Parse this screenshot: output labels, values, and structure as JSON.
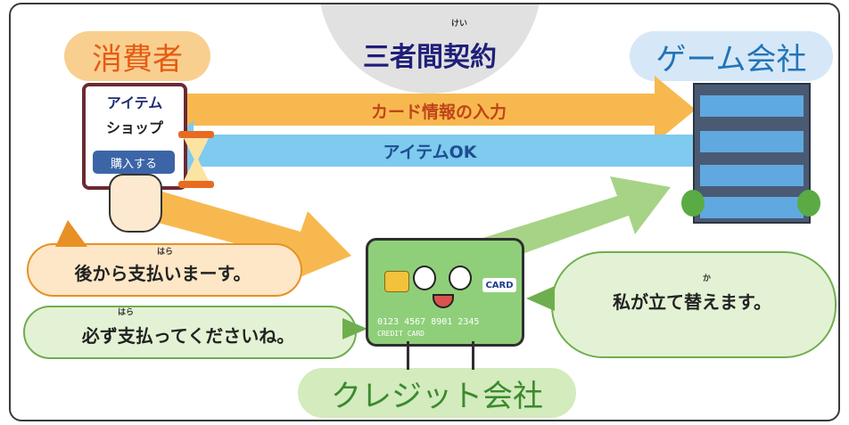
{
  "title": {
    "text": "三者間契約",
    "ruby": "けい"
  },
  "consumer_label": "消費者",
  "game_company_label": "ゲーム会社",
  "credit_company_label": "クレジット会社",
  "phone": {
    "line1": "アイテム",
    "line2": "ショップ",
    "buy_button": "購入する"
  },
  "arrows": {
    "card_info": "カード情報の入力",
    "item_ok": "アイテムOK"
  },
  "bubbles": {
    "later_pay": {
      "text": "後から支払いまーす。",
      "ruby": "はら"
    },
    "please_pay": {
      "text": "必ず支払ってくださいね。",
      "ruby": "はら"
    },
    "advance": {
      "text": "私が立て替えます。",
      "ruby": "か"
    }
  },
  "card": {
    "brand": "CARD",
    "number": "0123 4567 8901 2345",
    "caption": "CREDIT CARD"
  },
  "colors": {
    "consumer_bg": "#f9cf8f",
    "game_bg": "#d6e8f7",
    "credit_bg": "#d3ebbd",
    "orange_arrow": "#f7b94f",
    "blue_arrow": "#7fcaef",
    "green_arrow": "#a7d386",
    "card_green": "#8fcf7a"
  }
}
